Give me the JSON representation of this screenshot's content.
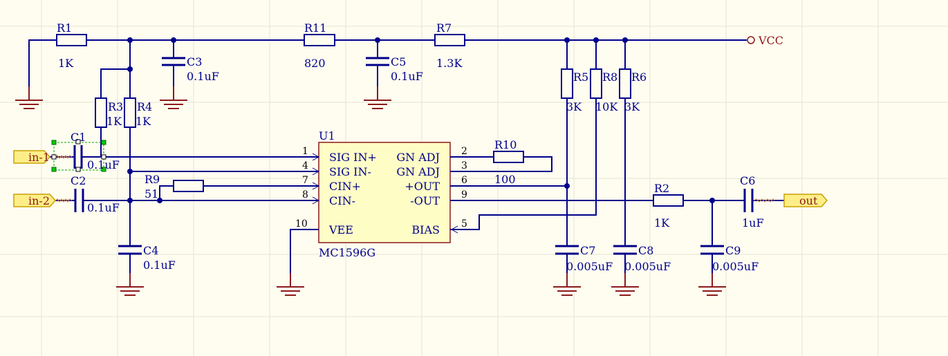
{
  "components": {
    "R1": {
      "ref": "R1",
      "value": "1K"
    },
    "R11": {
      "ref": "R11",
      "value": "820"
    },
    "R7": {
      "ref": "R7",
      "value": "1.3K"
    },
    "R3": {
      "ref": "R3",
      "value": "1K"
    },
    "R4": {
      "ref": "R4",
      "value": "1K"
    },
    "R5": {
      "ref": "R5",
      "value": "3K"
    },
    "R8": {
      "ref": "R8",
      "value": "10K"
    },
    "R6": {
      "ref": "R6",
      "value": "3K"
    },
    "R9": {
      "ref": "R9",
      "value": "51"
    },
    "R10": {
      "ref": "R10",
      "value": "100"
    },
    "R2": {
      "ref": "R2",
      "value": "1K"
    },
    "C1": {
      "ref": "C1",
      "value": "0.1uF"
    },
    "C2": {
      "ref": "C2",
      "value": "0.1uF"
    },
    "C3": {
      "ref": "C3",
      "value": "0.1uF"
    },
    "C4": {
      "ref": "C4",
      "value": "0.1uF"
    },
    "C5": {
      "ref": "C5",
      "value": "0.1uF"
    },
    "C6": {
      "ref": "C6",
      "value": "1uF"
    },
    "C7": {
      "ref": "C7",
      "value": "0.005uF"
    },
    "C8": {
      "ref": "C8",
      "value": "0.005uF"
    },
    "C9": {
      "ref": "C9",
      "value": "0.005uF"
    }
  },
  "ic": {
    "ref": "U1",
    "part": "MC1596G",
    "pins": {
      "p1": {
        "num": "1",
        "name": "SIG IN+"
      },
      "p4": {
        "num": "4",
        "name": "SIG IN-"
      },
      "p7": {
        "num": "7",
        "name": "CIN+"
      },
      "p8": {
        "num": "8",
        "name": "CIN-"
      },
      "p10": {
        "num": "10",
        "name": "VEE"
      },
      "p2": {
        "num": "2",
        "name": "GN ADJ"
      },
      "p3": {
        "num": "3",
        "name": "GN ADJ"
      },
      "p6": {
        "num": "6",
        "name": "+OUT"
      },
      "p9": {
        "num": "9",
        "name": "-OUT"
      },
      "p5": {
        "num": "5",
        "name": "BIAS"
      }
    }
  },
  "ports": {
    "in1": "in-1",
    "in2": "in-2",
    "out": "out",
    "vcc": "VCC"
  }
}
